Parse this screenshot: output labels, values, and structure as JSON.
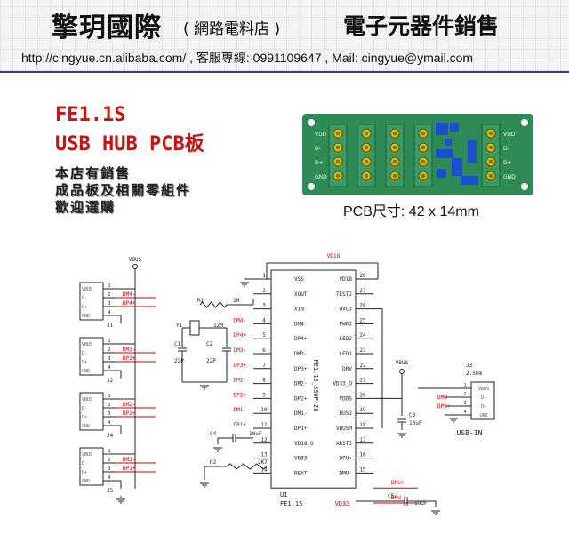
{
  "banner": {
    "company_name": "擎玥國際",
    "shop_name": "( 網路電料店 )",
    "slogan": "電子元器件銷售",
    "contact": "http://cingyue.cn.alibaba.com/ , 客服專線: 0991109647 , Mail: cingyue@ymail.com"
  },
  "product": {
    "title": "FE1.1S",
    "subtitle": "USB HUB PCB板",
    "promo": [
      "本店有銷售",
      "成品板及相關零組件",
      "歡迎選購"
    ],
    "pcb_size": "PCB尺寸: 42 x 14mm"
  },
  "pcb": {
    "left_labels": [
      "VDD",
      "D-",
      "D+",
      "GND"
    ],
    "right_labels": [
      "VDD",
      "D-",
      "D+",
      "GND"
    ]
  },
  "colors": {
    "red": "#cc1111",
    "pcb_green": "#2e8b57",
    "pad_gold": "#e8b400",
    "pad_blue": "#1a4fd0",
    "wire": "#cc0000",
    "line": "#222222"
  },
  "schematic": {
    "vbus_label": "VBUS",
    "vd18_label": "VD18",
    "vd33_label": "VD33",
    "chip_ref": "U1",
    "chip_name": "FE1.1S",
    "chip_package": "FE1.1S_SSOP-28",
    "pins_left": [
      {
        "num": "1",
        "name": "VSS"
      },
      {
        "num": "2",
        "name": "XOUT"
      },
      {
        "num": "3",
        "name": "XIN"
      },
      {
        "num": "4",
        "name": "DM4-"
      },
      {
        "num": "5",
        "name": "DP4+"
      },
      {
        "num": "6",
        "name": "DM3-"
      },
      {
        "num": "7",
        "name": "DP3+"
      },
      {
        "num": "8",
        "name": "DM2-"
      },
      {
        "num": "9",
        "name": "DP2+"
      },
      {
        "num": "10",
        "name": "DM1-"
      },
      {
        "num": "11",
        "name": "DP1+"
      },
      {
        "num": "12",
        "name": "VD18_O"
      },
      {
        "num": "13",
        "name": "VD33"
      },
      {
        "num": "14",
        "name": "REXT"
      }
    ],
    "pins_right": [
      {
        "num": "28",
        "name": "VD18"
      },
      {
        "num": "27",
        "name": "TESTJ"
      },
      {
        "num": "26",
        "name": "OVCJ"
      },
      {
        "num": "25",
        "name": "PWRJ"
      },
      {
        "num": "24",
        "name": "LED2"
      },
      {
        "num": "23",
        "name": "LED1"
      },
      {
        "num": "22",
        "name": "DRV"
      },
      {
        "num": "21",
        "name": "VD33_O"
      },
      {
        "num": "20",
        "name": "VDDS"
      },
      {
        "num": "19",
        "name": "BUSJ"
      },
      {
        "num": "18",
        "name": "VBUSM"
      },
      {
        "num": "17",
        "name": "XRSTJ"
      },
      {
        "num": "16",
        "name": "DPU+"
      },
      {
        "num": "15",
        "name": "DMU-"
      }
    ],
    "chip_nets_left": [
      "DM4-",
      "DP4+",
      "DM3-",
      "DP3+",
      "DM2-",
      "DP2+",
      "DM1-",
      "DP1+"
    ],
    "connectors": [
      {
        "ref": "J1",
        "dm": "DM4-",
        "dp": "DP4+"
      },
      {
        "ref": "J2",
        "dm": "DM3-",
        "dp": "DP3+"
      },
      {
        "ref": "J4",
        "dm": "DM2-",
        "dp": "DP2+"
      },
      {
        "ref": "J5",
        "dm": "DM1-",
        "dp": "DP1+"
      }
    ],
    "conn_pins": [
      "VBUS",
      "D-",
      "D+",
      "GND"
    ],
    "conn_pin_nums": [
      "1",
      "2",
      "3",
      "4"
    ],
    "r1": {
      "ref": "R1",
      "value": "1M"
    },
    "y1": {
      "ref": "Y1",
      "value": "12M"
    },
    "c1": {
      "ref": "C1",
      "value": "22P"
    },
    "c2": {
      "ref": "C2",
      "value": "22P"
    },
    "c3": {
      "ref": "C3",
      "value": "10uF"
    },
    "c4": {
      "ref": "C4",
      "value": "10uF"
    },
    "c5": {
      "ref": "C5",
      "value": "10uF"
    },
    "r2": {
      "ref": "R2",
      "value": "2K7"
    },
    "j3": {
      "ref": "J3",
      "desc": "2.5mm",
      "label": "USB-IN",
      "nets": [
        "DMU-",
        "DPU+"
      ]
    },
    "out_nets": [
      "DPU+",
      "DMU-"
    ]
  }
}
